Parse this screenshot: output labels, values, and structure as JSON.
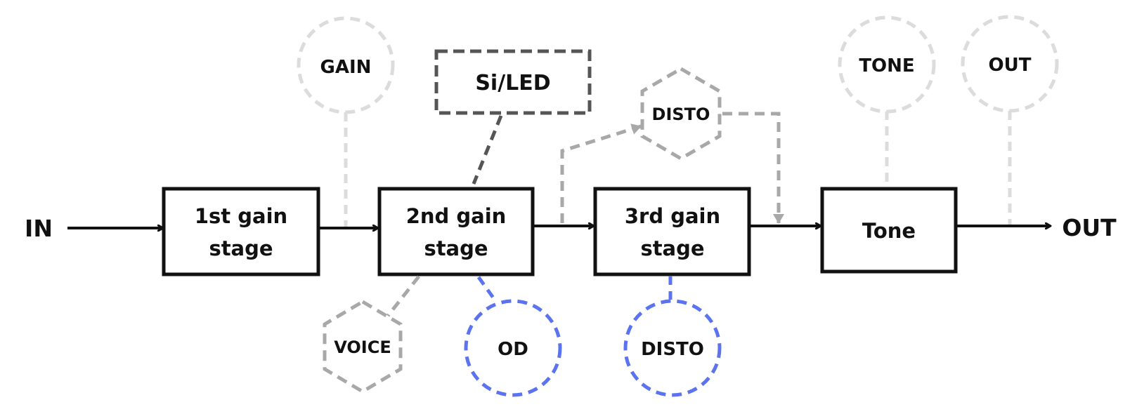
{
  "io": {
    "input": "IN",
    "output": "OUT"
  },
  "stages": [
    {
      "line1": "1st gain",
      "line2": "stage"
    },
    {
      "line1": "2nd gain",
      "line2": "stage"
    },
    {
      "line1": "3rd gain",
      "line2": "stage"
    },
    {
      "line1": "Tone",
      "line2": ""
    }
  ],
  "switch": {
    "label": "Si/LED"
  },
  "knobs": {
    "gain": "GAIN",
    "tone": "TONE",
    "out": "OUT",
    "od": "OD",
    "disto": "DISTO"
  },
  "toggles": {
    "voice": "VOICE",
    "disto": "DISTO"
  },
  "colors": {
    "signal": "#111111",
    "pot": "#dcdcdc",
    "toggle": "#a8a8a8",
    "switch": "#555555",
    "drive": "#5b73ee"
  }
}
